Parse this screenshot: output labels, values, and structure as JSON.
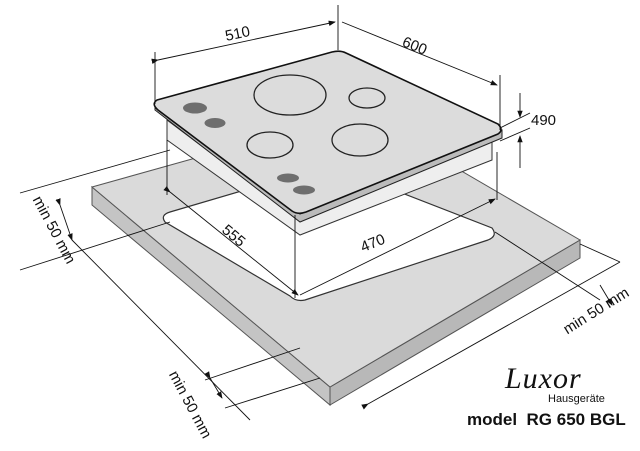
{
  "dimensions": {
    "hob_width": "510",
    "hob_depth": "600",
    "hob_height": "490",
    "cutout_depth": "555",
    "cutout_width": "470",
    "clearance_left": "min 50 mm",
    "clearance_front": "min 50 mm",
    "clearance_right": "min 50 mm"
  },
  "brand": {
    "logo": "Luxor",
    "subtitle": "Hausgeräte",
    "model_prefix": "model",
    "model": "RG 650 BGL"
  },
  "colors": {
    "slab": "#d9d9d9",
    "hob": "#dcdcdc",
    "knob": "#6e6e6e"
  }
}
